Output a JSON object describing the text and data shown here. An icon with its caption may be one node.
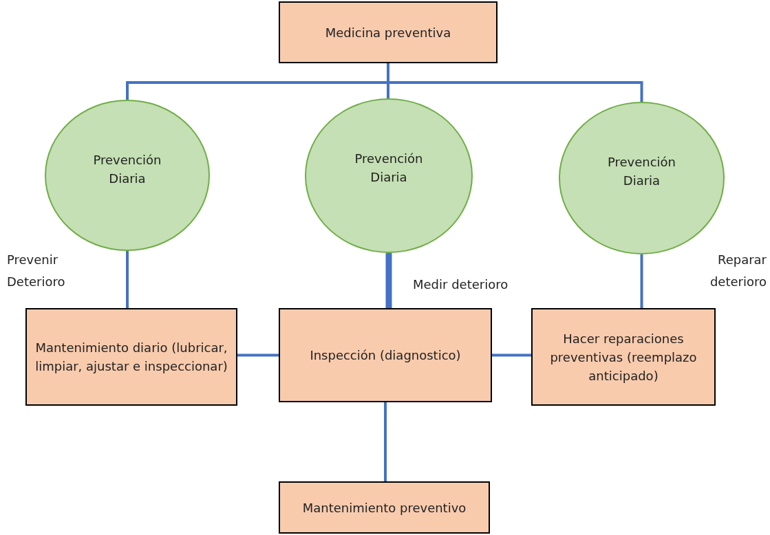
{
  "diagram": {
    "nodes": [
      {
        "text": [
          "Medicina preventiva"
        ]
      },
      {
        "text": [
          "Prevención Diaria"
        ]
      },
      {
        "text": [
          "Prevención Diaria"
        ]
      },
      {
        "text": [
          "Prevención Diaria"
        ]
      },
      {
        "text": [
          "Mantenimiento diario (lubricar, limpiar, ajustar e inspeccionar)"
        ]
      },
      {
        "text": [
          "Inspección (diagnostico)"
        ]
      },
      {
        "text": [
          "Hacer reparaciones preventivas (reemplazo anticipado)"
        ]
      },
      {
        "text": [
          "Mantenimiento preventivo"
        ]
      }
    ],
    "edges": [
      {
        "from": 0,
        "to": 1,
        "arrow": "none"
      },
      {
        "from": 0,
        "to": 2,
        "arrow": "none"
      },
      {
        "from": 0,
        "to": 3,
        "arrow": "none"
      },
      {
        "from": 1,
        "to": 4,
        "arrow": "none"
      },
      {
        "from": 2,
        "to": 5,
        "arrow": "none",
        "style": "thick"
      },
      {
        "from": 3,
        "to": 6,
        "arrow": "none"
      },
      {
        "from": 5,
        "to": 4,
        "arrow": "none"
      },
      {
        "from": 5,
        "to": 6,
        "arrow": "none"
      },
      {
        "from": 5,
        "to": 7,
        "arrow": "none"
      }
    ],
    "labels": [
      "Prevenir Deterioro",
      "Medir deterioro",
      "Reparar deterioro"
    ]
  }
}
